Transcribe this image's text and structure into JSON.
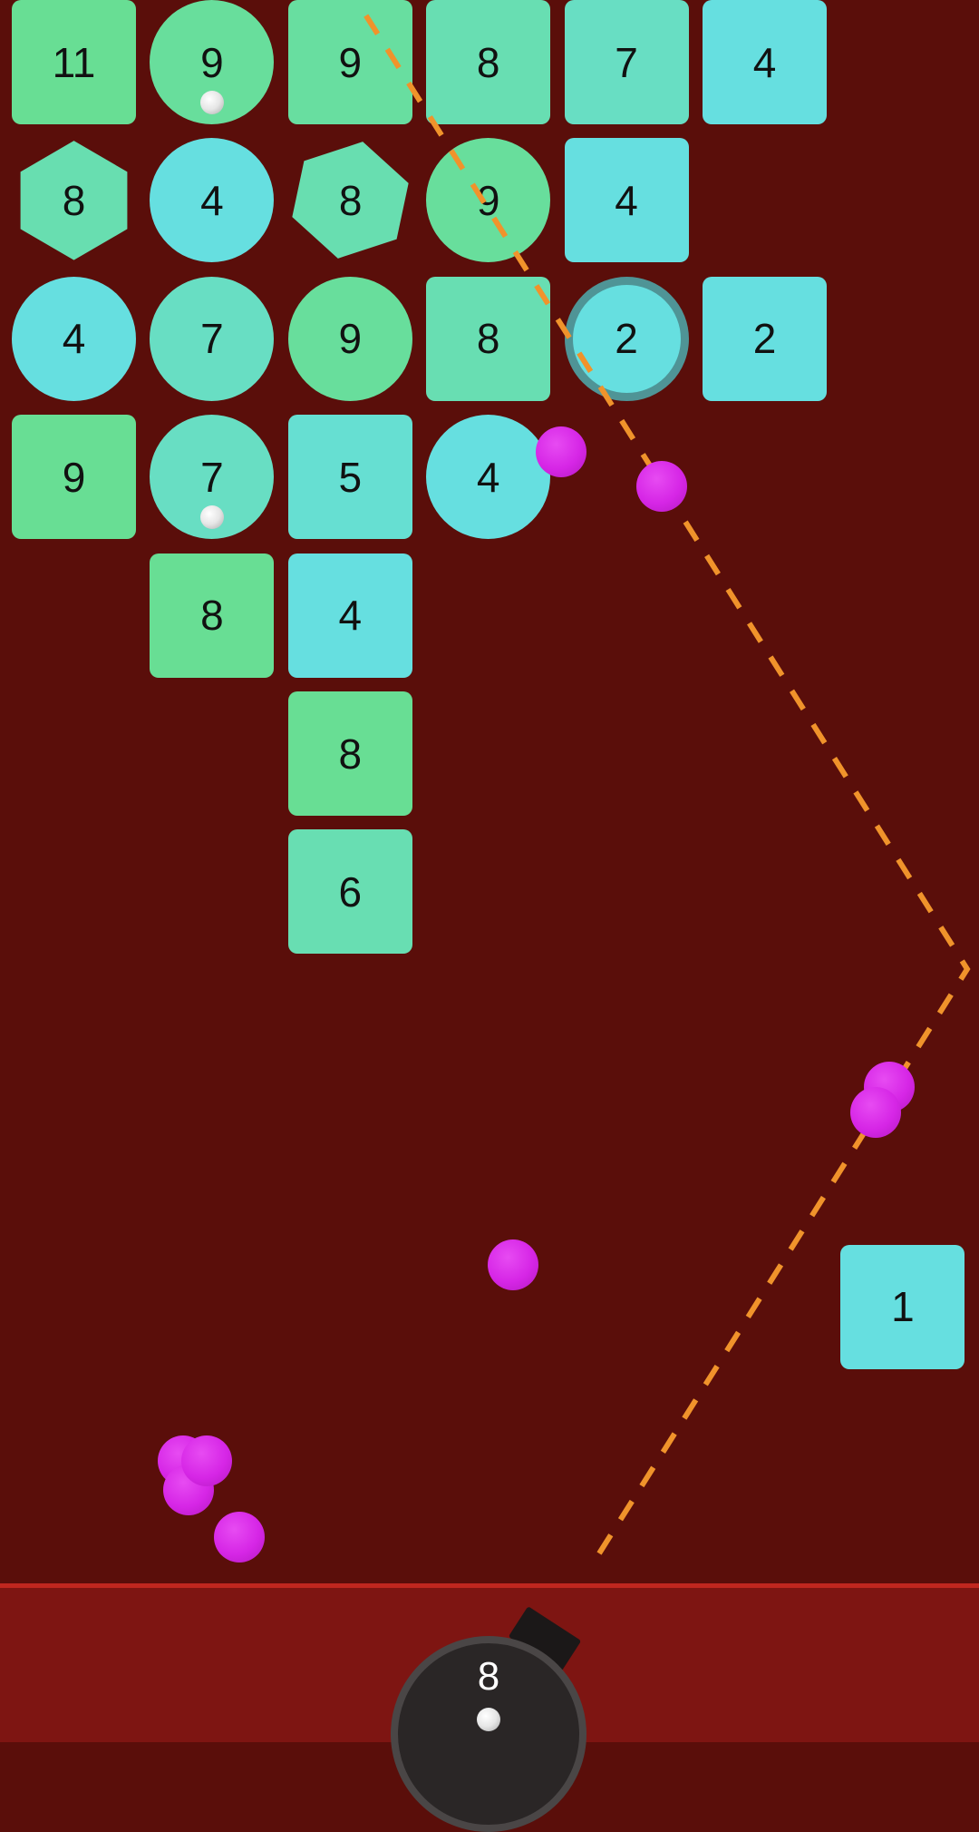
{
  "blocks": [
    {
      "row": 0,
      "col": 0,
      "shape": "square",
      "value": "11",
      "color": "#68de94"
    },
    {
      "row": 0,
      "col": 1,
      "shape": "circle",
      "value": "9",
      "color": "#68de9c",
      "pearl": true
    },
    {
      "row": 0,
      "col": 2,
      "shape": "square",
      "value": "9",
      "color": "#68dea0"
    },
    {
      "row": 0,
      "col": 3,
      "shape": "square",
      "value": "8",
      "color": "#68deb2"
    },
    {
      "row": 0,
      "col": 4,
      "shape": "square",
      "value": "7",
      "color": "#68dec3"
    },
    {
      "row": 0,
      "col": 5,
      "shape": "square",
      "value": "4",
      "color": "#66dfe0"
    },
    {
      "row": 1,
      "col": 0,
      "shape": "hex",
      "value": "8",
      "color": "#68deb0"
    },
    {
      "row": 1,
      "col": 1,
      "shape": "circle",
      "value": "4",
      "color": "#66dfe0"
    },
    {
      "row": 1,
      "col": 2,
      "shape": "hex-tilt",
      "value": "8",
      "color": "#68deb0"
    },
    {
      "row": 1,
      "col": 3,
      "shape": "circle",
      "value": "9",
      "color": "#68de9c"
    },
    {
      "row": 1,
      "col": 4,
      "shape": "square",
      "value": "4",
      "color": "#66dfe0"
    },
    {
      "row": 2,
      "col": 0,
      "shape": "circle",
      "value": "4",
      "color": "#66dfe0"
    },
    {
      "row": 2,
      "col": 1,
      "shape": "circle",
      "value": "7",
      "color": "#68dec3"
    },
    {
      "row": 2,
      "col": 2,
      "shape": "circle",
      "value": "9",
      "color": "#68de9c"
    },
    {
      "row": 2,
      "col": 3,
      "shape": "square",
      "value": "8",
      "color": "#68deb2"
    },
    {
      "row": 2,
      "col": 4,
      "shape": "circle-ring",
      "value": "2",
      "color": "#66dfe0"
    },
    {
      "row": 2,
      "col": 5,
      "shape": "square",
      "value": "2",
      "color": "#66dfe0"
    },
    {
      "row": 3,
      "col": 0,
      "shape": "square",
      "value": "9",
      "color": "#68de94"
    },
    {
      "row": 3,
      "col": 1,
      "shape": "circle",
      "value": "7",
      "color": "#68dec3",
      "pearl": true
    },
    {
      "row": 3,
      "col": 2,
      "shape": "square",
      "value": "5",
      "color": "#66dfd2"
    },
    {
      "row": 3,
      "col": 3,
      "shape": "circle",
      "value": "4",
      "color": "#66dfe0"
    },
    {
      "row": 4,
      "col": 1,
      "shape": "square",
      "value": "8",
      "color": "#68de94"
    },
    {
      "row": 4,
      "col": 2,
      "shape": "square",
      "value": "4",
      "color": "#66dfe0"
    },
    {
      "row": 5,
      "col": 2,
      "shape": "square",
      "value": "8",
      "color": "#68de94"
    },
    {
      "row": 6,
      "col": 2,
      "shape": "square",
      "value": "6",
      "color": "#68deb2"
    },
    {
      "row": 9,
      "col": 6,
      "shape": "square",
      "value": "1",
      "color": "#66dfe0"
    }
  ],
  "balls_in_flight": 9,
  "launcher": {
    "ball_count": "8"
  },
  "colors": {
    "background": "#5a0e0a",
    "ground": "#7e1512",
    "ground_line": "#c0271f",
    "ball": "#d626e6",
    "aim_line": "#f0932b"
  }
}
